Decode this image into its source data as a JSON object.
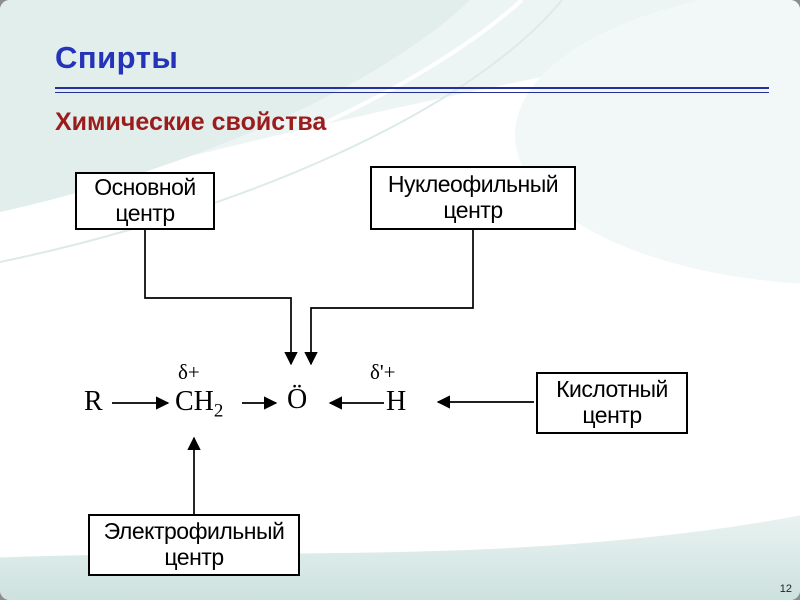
{
  "slide": {
    "title": "Спирты",
    "subtitle": "Химические свойства",
    "page_number": "12",
    "colors": {
      "title_blue": "#2533b8",
      "subtitle_red": "#9b1c1c",
      "rule_navy": "#26309a",
      "diagram_line": "#000000",
      "background_tint": "#e7f1ef"
    }
  },
  "diagram": {
    "boxes": {
      "basic": {
        "line1": "Основной",
        "line2": "центр"
      },
      "nucleophilic": {
        "line1": "Нуклеофильный",
        "line2": "центр"
      },
      "acidic": {
        "line1": "Кислотный",
        "line2": "центр"
      },
      "electrophilic": {
        "line1": "Электрофильный",
        "line2": "центр"
      }
    },
    "molecule": {
      "r": "R",
      "ch": "CH",
      "ch_subscript": "2",
      "oxygen": "Ö",
      "h": "H",
      "delta_plus": "δ+",
      "delta_prime_plus": "δ'+"
    }
  }
}
